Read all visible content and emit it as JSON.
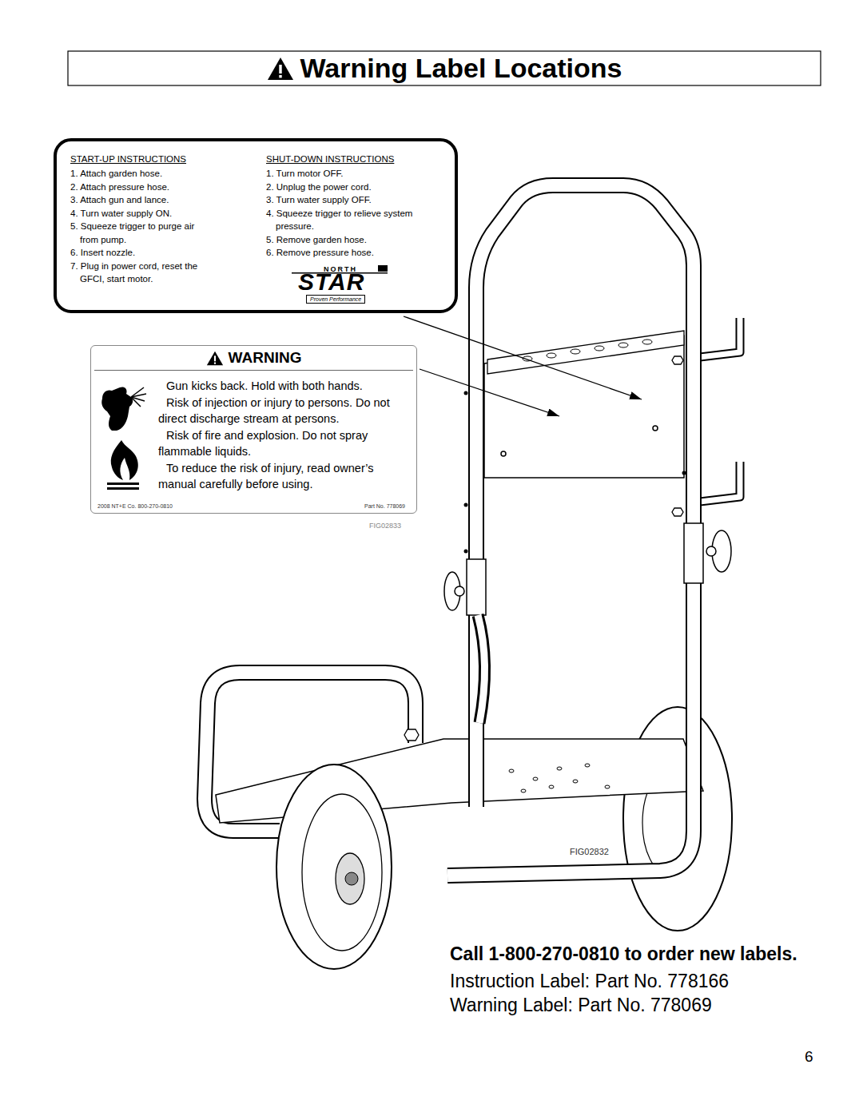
{
  "diagram": {
    "title": "Warning Label Locations",
    "nodes": [
      {
        "text": [
          "START-UP INSTRUCTIONS",
          "1. Attach garden hose.",
          "2. Attach pressure hose.",
          "3. Attach gun and lance.",
          "4. Turn water supply ON.",
          "5. Squeeze trigger to purge air from pump.",
          "6. Insert nozzle.",
          "7. Plug in power cord, reset the GFCI, start motor.",
          "SHUT-DOWN INSTRUCTIONS",
          "1. Turn motor OFF.",
          "2. Unplug the power cord.",
          "3. Turn water supply OFF.",
          "4. Squeeze trigger to relieve system pressure.",
          "5. Remove garden hose.",
          "6. Remove pressure hose.",
          "NORTH",
          "STAR",
          "Proven Performance"
        ]
      },
      {
        "text": [
          "WARNING",
          "Gun kicks back. Hold with both hands.",
          "Risk of injection or injury to persons. Do not direct discharge stream at persons.",
          "Risk of fire and explosion. Do not spray flammable liquids.",
          "To reduce the risk of injury, read owner’s manual carefully before using.",
          "2008 NT+E Co. 800-270-0810",
          "Part No. 778069"
        ]
      }
    ],
    "labels": [
      "FIG02833",
      "FIG02832",
      "Call 1-800-270-0810 to order new labels.",
      "Instruction Label: Part No. 778166",
      "Warning Label: Part No. 778069",
      "6"
    ]
  }
}
